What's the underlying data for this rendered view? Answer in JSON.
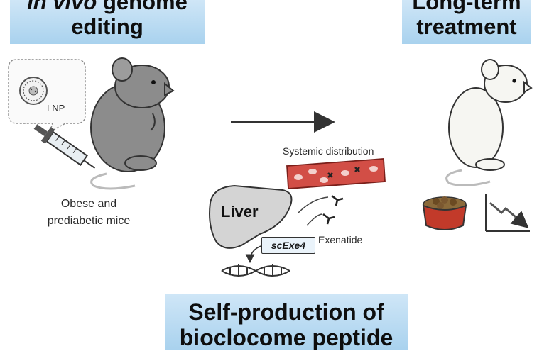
{
  "banners": {
    "left": {
      "line1": "In vivo",
      "line1_rest": " genome",
      "line2": "editing"
    },
    "right": {
      "line1": "Long-term",
      "line2": "treatment"
    },
    "bottom": {
      "line1": "Self-production of",
      "line2": "bioclocome peptide"
    }
  },
  "labels": {
    "lnp": "LNP",
    "mice_caption_line1": "Obese and",
    "mice_caption_line2": "prediabetic mice",
    "systemic_distribution": "Systemic distribution",
    "liver": "Liver",
    "gene": "scExe4",
    "exenatide": "Exenatide"
  },
  "colors": {
    "banner_blue": "#a9d2ee",
    "mouse_gray": "#8c8c8c",
    "mouse_white": "#f6f6f2",
    "vessel_red": "#c9463f",
    "bowl_red": "#c23a2a"
  },
  "icons": [
    "syringe-icon",
    "lnp-icon",
    "liver-icon",
    "dna-icon",
    "food-bowl-icon",
    "decline-chart-icon"
  ]
}
